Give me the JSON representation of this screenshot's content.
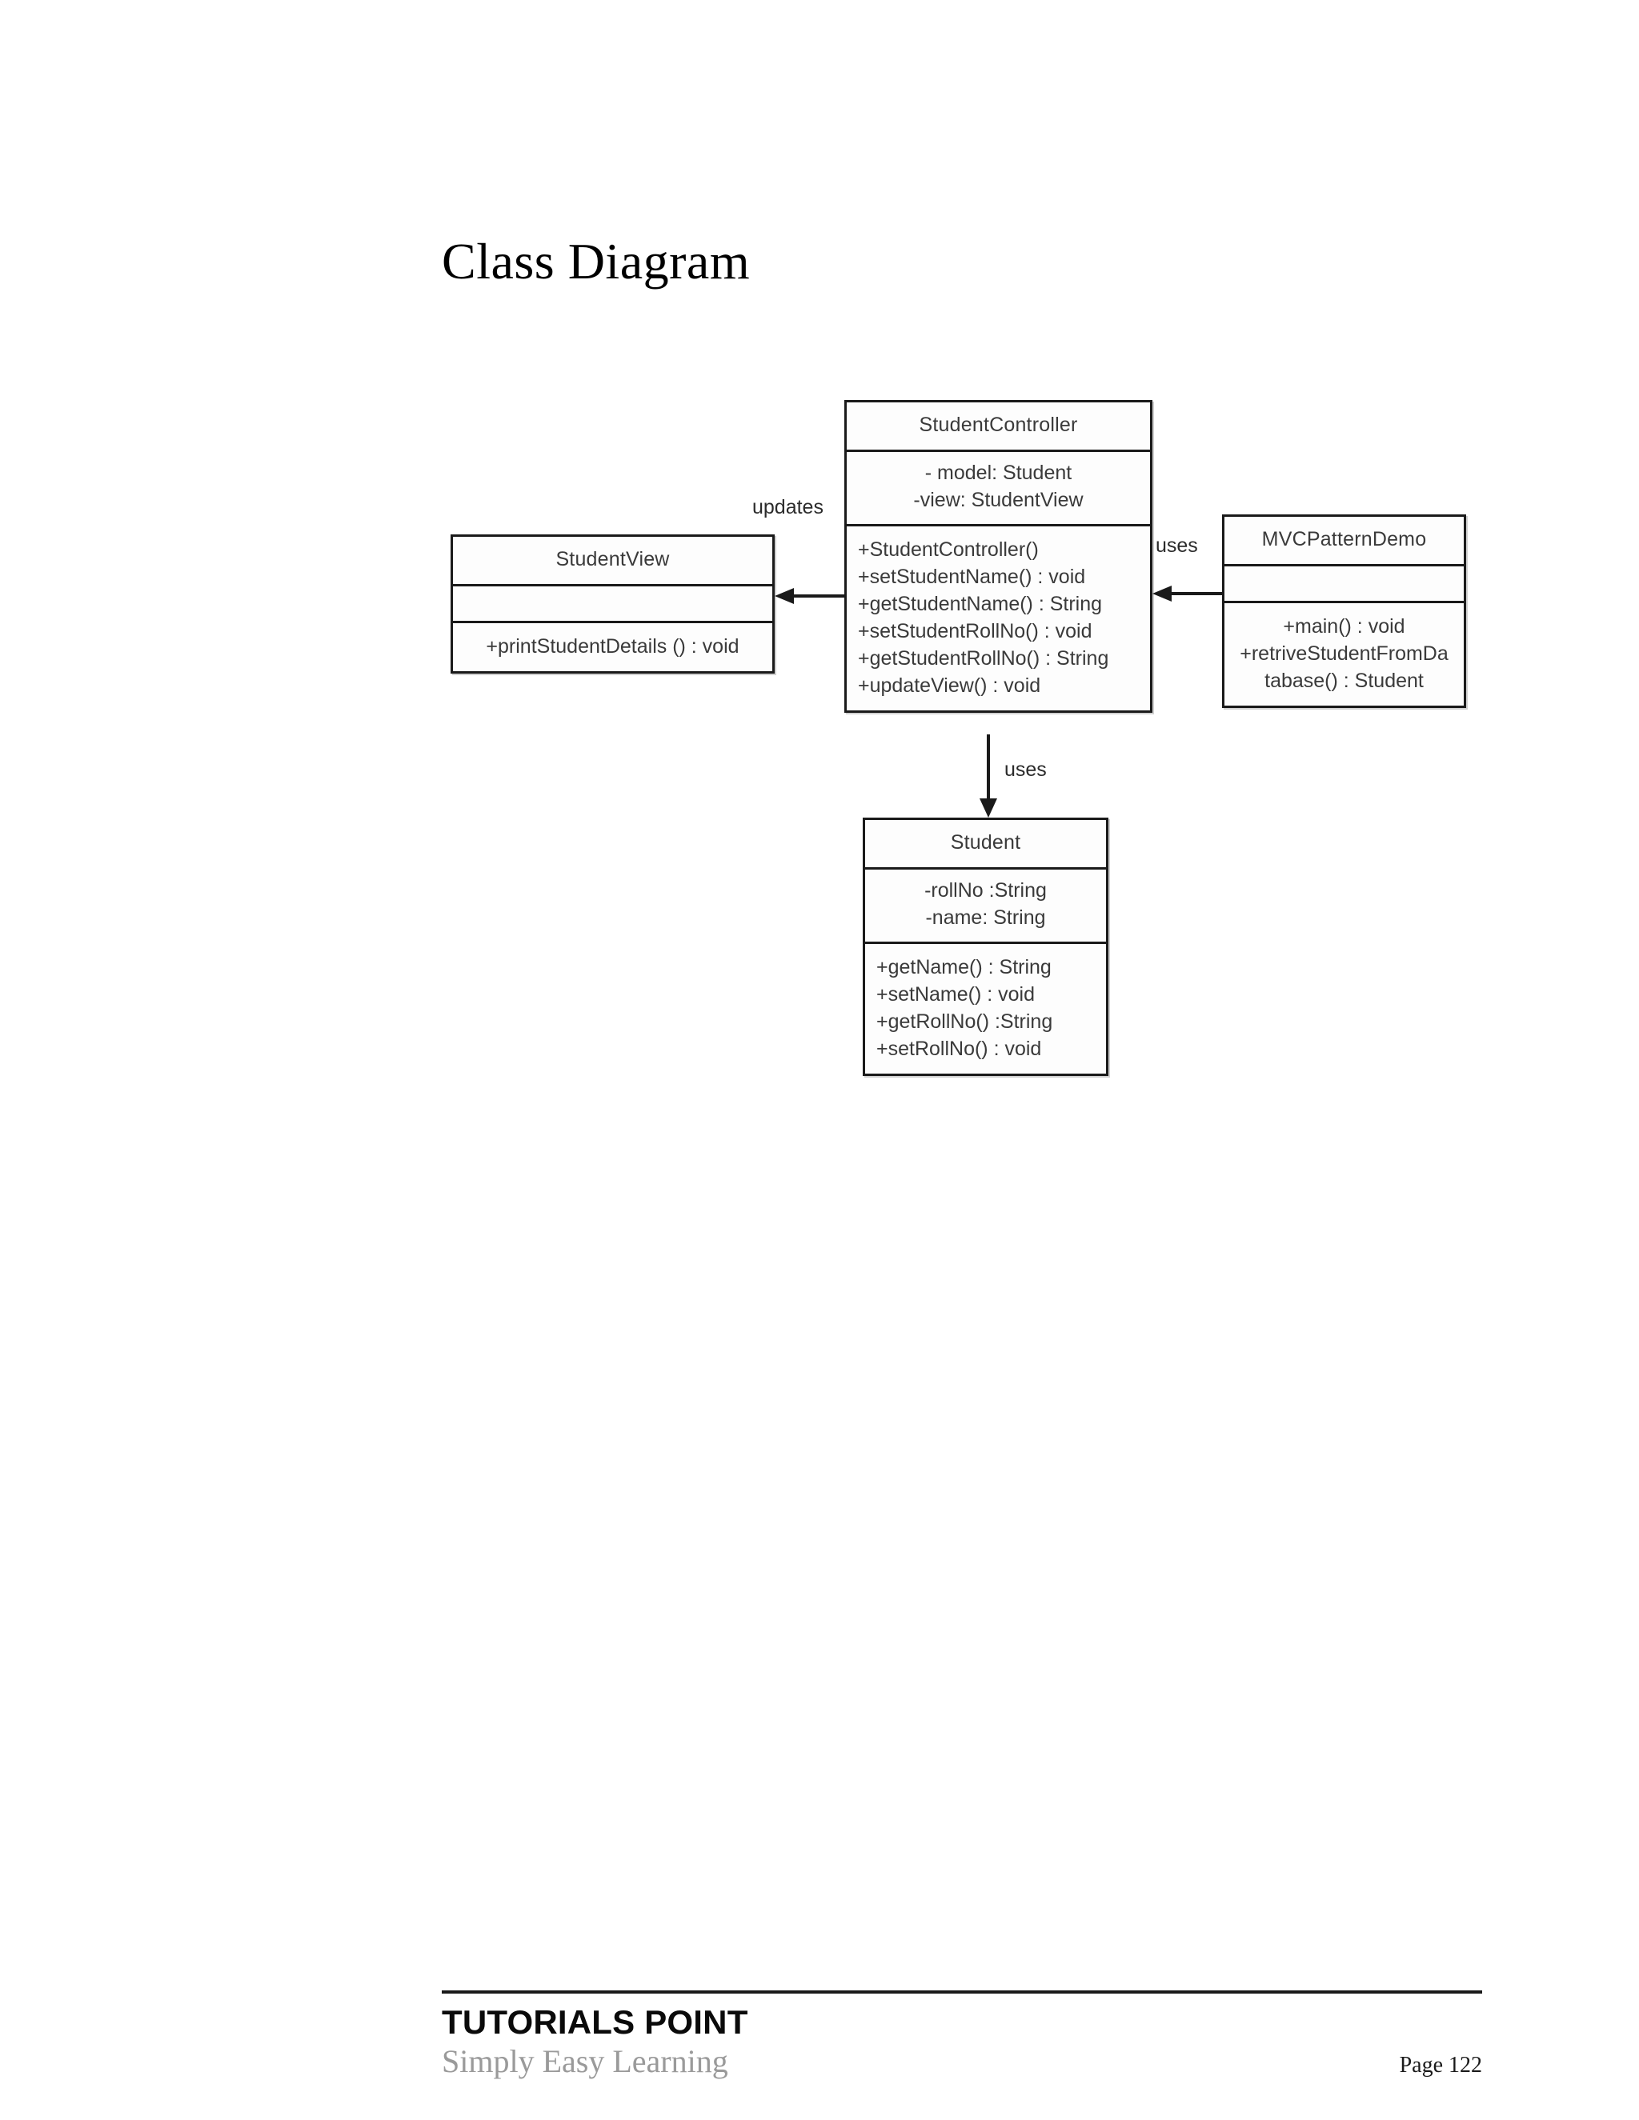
{
  "document": {
    "title": "Class Diagram"
  },
  "diagram": {
    "type": "uml-class-diagram",
    "classes": [
      {
        "id": "student-controller",
        "name": "StudentController",
        "attributes": [
          "- model: Student",
          "-view: StudentView"
        ],
        "operations": [
          "+StudentController()",
          "+setStudentName()  : void",
          "+getStudentName()  : String",
          "+setStudentRollNo()  : void",
          "+getStudentRollNo()  : String",
          "+updateView()  : void"
        ]
      },
      {
        "id": "student-view",
        "name": "StudentView",
        "attributes": [],
        "operations": [
          "+printStudentDetails  () : void"
        ]
      },
      {
        "id": "mvc-pattern-demo",
        "name": "MVCPatternDemo",
        "attributes": [],
        "operations": [
          "+main()  : void",
          "+retriveStudentFromDa",
          "tabase() : Student"
        ]
      },
      {
        "id": "student",
        "name": "Student",
        "attributes": [
          "-rollNo  :String",
          "-name: String"
        ],
        "operations": [
          "+getName() : String",
          "+setName() : void",
          "+getRollNo()  :String",
          "+setRollNo()  : void"
        ]
      }
    ],
    "relations": [
      {
        "id": "controller-updates-view",
        "label": "updates",
        "from": "student-controller",
        "to": "student-view"
      },
      {
        "id": "demo-uses-controller",
        "label": "uses",
        "from": "mvc-pattern-demo",
        "to": "student-controller"
      },
      {
        "id": "controller-uses-student",
        "label": "uses",
        "from": "student-controller",
        "to": "student"
      }
    ]
  },
  "footer": {
    "brand": "TUTORIALS POINT",
    "tagline": "Simply Easy Learning",
    "page": "Page 122"
  },
  "colors": {
    "ink": "#1a1a1a",
    "text": "#3a3a3a",
    "muted": "#9a9a9a",
    "background": "#ffffff"
  }
}
